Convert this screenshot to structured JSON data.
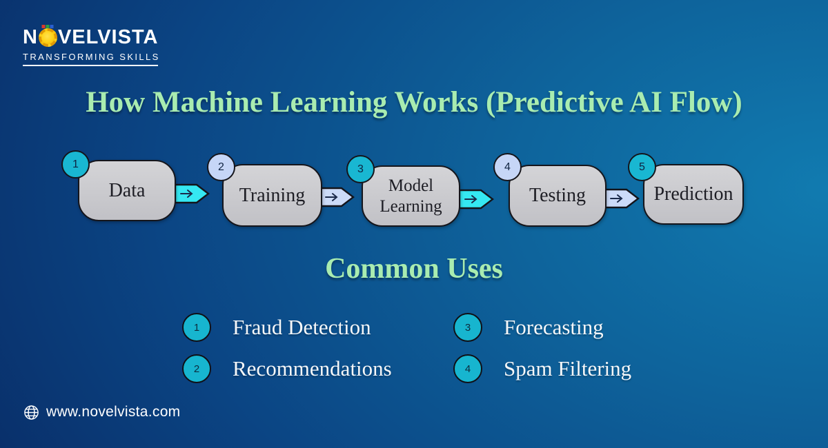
{
  "logo": {
    "brand_prefix": "N",
    "brand_suffix": "VELVISTA",
    "tagline": "TRANSFORMING SKILLS",
    "icon": "sun-gear-icon"
  },
  "title": "How Machine Learning Works (Predictive AI Flow)",
  "flow": {
    "steps": [
      {
        "number": "1",
        "label": "Data",
        "badge_color": "#19b7d2"
      },
      {
        "number": "2",
        "label": "Training",
        "badge_color": "#c6d6f7"
      },
      {
        "number": "3",
        "label": "Model Learning",
        "badge_color": "#19b7d2"
      },
      {
        "number": "4",
        "label": "Testing",
        "badge_color": "#c6d6f7"
      },
      {
        "number": "5",
        "label": "Prediction",
        "badge_color": "#19b7d2"
      }
    ],
    "connector_icon": "right-arrow-icon",
    "arrow_colors": [
      "#35e8f2",
      "#ccdbf8",
      "#35e8f2",
      "#ccdbf8"
    ]
  },
  "common_uses": {
    "heading": "Common Uses",
    "items": [
      {
        "number": "1",
        "label": "Fraud Detection"
      },
      {
        "number": "2",
        "label": "Recommendations"
      },
      {
        "number": "3",
        "label": "Forecasting"
      },
      {
        "number": "4",
        "label": "Spam Filtering"
      }
    ]
  },
  "footer": {
    "icon": "globe-icon",
    "website": "www.novelvista.com"
  },
  "colors": {
    "background_dark": "#07255a",
    "background_light": "#117bb0",
    "title_green": "#a9ecb0",
    "box_fill": "#cacace",
    "box_border": "#15151b",
    "badge_cyan": "#19b7d2",
    "badge_lavender": "#c6d6f7",
    "arrow_cyan": "#35e8f2",
    "arrow_lavender": "#ccdbf8",
    "use_circle": "#17b5cf",
    "text_white": "#f5f7f9"
  }
}
